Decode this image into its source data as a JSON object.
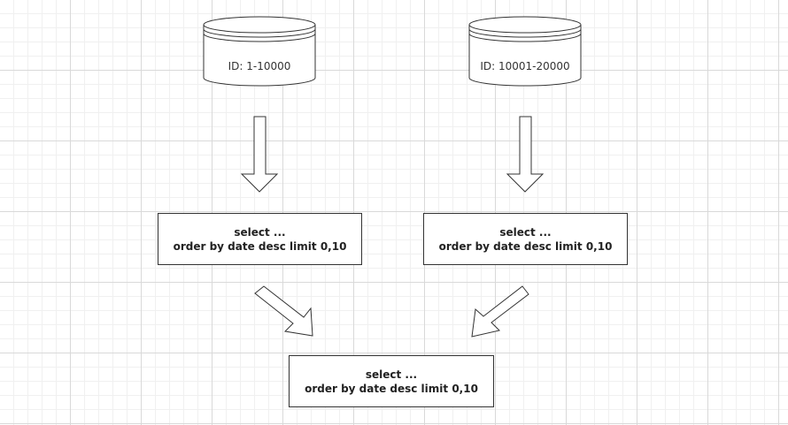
{
  "databases": [
    {
      "label": "ID: 1-10000"
    },
    {
      "label": "ID: 10001-20000"
    }
  ],
  "queries": {
    "left": {
      "line1": "select ...",
      "line2": "order by date desc limit 0,10"
    },
    "right": {
      "line1": "select ...",
      "line2": "order by date desc limit 0,10"
    },
    "merge": {
      "line1": "select ...",
      "line2": "order by date desc limit 0,10"
    }
  },
  "colors": {
    "stroke": "#333333",
    "fill": "#ffffff"
  }
}
